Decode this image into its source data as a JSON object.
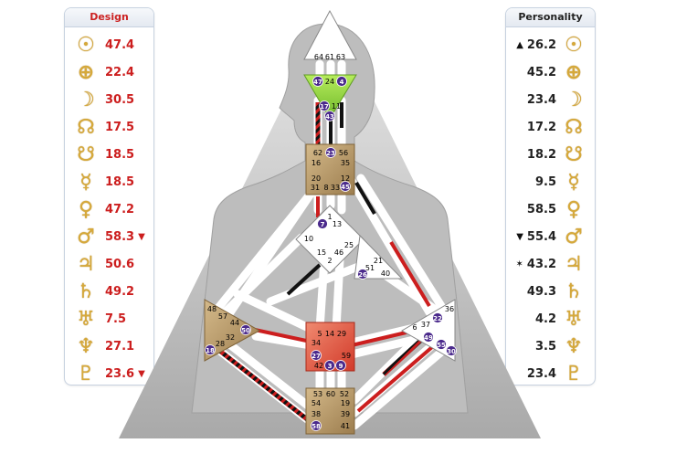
{
  "design": {
    "title": "Design",
    "rows": [
      {
        "planet": "sun-icon",
        "glyph": "☉",
        "value": "47.4",
        "marker": ""
      },
      {
        "planet": "earth-icon",
        "glyph": "⊕",
        "value": "22.4",
        "marker": ""
      },
      {
        "planet": "moon-icon",
        "glyph": "☽",
        "value": "30.5",
        "marker": ""
      },
      {
        "planet": "north-node-icon",
        "glyph": "☊",
        "value": "17.5",
        "marker": ""
      },
      {
        "planet": "south-node-icon",
        "glyph": "☋",
        "value": "18.5",
        "marker": ""
      },
      {
        "planet": "mercury-icon",
        "glyph": "☿",
        "value": "18.5",
        "marker": ""
      },
      {
        "planet": "venus-icon",
        "glyph": "♀",
        "value": "47.2",
        "marker": ""
      },
      {
        "planet": "mars-icon",
        "glyph": "♂",
        "value": "58.3",
        "marker": "▼"
      },
      {
        "planet": "jupiter-icon",
        "glyph": "♃",
        "value": "50.6",
        "marker": ""
      },
      {
        "planet": "saturn-icon",
        "glyph": "♄",
        "value": "49.2",
        "marker": ""
      },
      {
        "planet": "uranus-icon",
        "glyph": "♅",
        "value": "7.5",
        "marker": ""
      },
      {
        "planet": "neptune-icon",
        "glyph": "♆",
        "value": "27.1",
        "marker": ""
      },
      {
        "planet": "pluto-icon",
        "glyph": "♇",
        "value": "23.6",
        "marker": "▼"
      }
    ]
  },
  "personality": {
    "title": "Personality",
    "rows": [
      {
        "planet": "sun-icon",
        "glyph": "☉",
        "value": "26.2",
        "marker": "▲"
      },
      {
        "planet": "earth-icon",
        "glyph": "⊕",
        "value": "45.2",
        "marker": ""
      },
      {
        "planet": "moon-icon",
        "glyph": "☽",
        "value": "23.4",
        "marker": ""
      },
      {
        "planet": "north-node-icon",
        "glyph": "☊",
        "value": "17.2",
        "marker": ""
      },
      {
        "planet": "south-node-icon",
        "glyph": "☋",
        "value": "18.2",
        "marker": ""
      },
      {
        "planet": "mercury-icon",
        "glyph": "☿",
        "value": "9.5",
        "marker": ""
      },
      {
        "planet": "venus-icon",
        "glyph": "♀",
        "value": "58.5",
        "marker": ""
      },
      {
        "planet": "mars-icon",
        "glyph": "♂",
        "value": "55.4",
        "marker": "▼"
      },
      {
        "planet": "jupiter-icon",
        "glyph": "♃",
        "value": "43.2",
        "marker": "✶"
      },
      {
        "planet": "saturn-icon",
        "glyph": "♄",
        "value": "49.3",
        "marker": ""
      },
      {
        "planet": "uranus-icon",
        "glyph": "♅",
        "value": "4.2",
        "marker": ""
      },
      {
        "planet": "neptune-icon",
        "glyph": "♆",
        "value": "3.5",
        "marker": ""
      },
      {
        "planet": "pluto-icon",
        "glyph": "♇",
        "value": "23.4",
        "marker": ""
      }
    ]
  },
  "colors": {
    "design_red": "#cc1e1e",
    "planet_gold": "#d6a93a",
    "defined_tan": "#b89a6a",
    "ajna_green": "#8fd13a",
    "sacral_red": "#e0533c",
    "highlight_purple": "#4b2a8c"
  },
  "bodygraph": {
    "gates": [
      {
        "id": "g64",
        "text": "64",
        "hl": false
      },
      {
        "id": "g61",
        "text": "61",
        "hl": false
      },
      {
        "id": "g63",
        "text": "63",
        "hl": false
      },
      {
        "id": "g47",
        "text": "47",
        "hl": true
      },
      {
        "id": "g24",
        "text": "24",
        "hl": false
      },
      {
        "id": "g4",
        "text": "4",
        "hl": true
      },
      {
        "id": "g17",
        "text": "17",
        "hl": true
      },
      {
        "id": "g11",
        "text": "11",
        "hl": false
      },
      {
        "id": "g43",
        "text": "43",
        "hl": true
      },
      {
        "id": "g62",
        "text": "62",
        "hl": false
      },
      {
        "id": "g23",
        "text": "23",
        "hl": true
      },
      {
        "id": "g56",
        "text": "56",
        "hl": false
      },
      {
        "id": "g16",
        "text": "16",
        "hl": false
      },
      {
        "id": "g35",
        "text": "35",
        "hl": false
      },
      {
        "id": "g20",
        "text": "20",
        "hl": false
      },
      {
        "id": "g12",
        "text": "12",
        "hl": false
      },
      {
        "id": "g31",
        "text": "31",
        "hl": false
      },
      {
        "id": "g8",
        "text": "8",
        "hl": false
      },
      {
        "id": "g33",
        "text": "33",
        "hl": false
      },
      {
        "id": "g45",
        "text": "45",
        "hl": true
      },
      {
        "id": "g1",
        "text": "1",
        "hl": false
      },
      {
        "id": "g7",
        "text": "7",
        "hl": true
      },
      {
        "id": "g13",
        "text": "13",
        "hl": false
      },
      {
        "id": "g10",
        "text": "10",
        "hl": false
      },
      {
        "id": "g25",
        "text": "25",
        "hl": false
      },
      {
        "id": "g15",
        "text": "15",
        "hl": false
      },
      {
        "id": "g46",
        "text": "46",
        "hl": false
      },
      {
        "id": "g2",
        "text": "2",
        "hl": false
      },
      {
        "id": "g21",
        "text": "21",
        "hl": false
      },
      {
        "id": "g51",
        "text": "51",
        "hl": false
      },
      {
        "id": "g26",
        "text": "26",
        "hl": true
      },
      {
        "id": "g40",
        "text": "40",
        "hl": false
      },
      {
        "id": "g48",
        "text": "48",
        "hl": false
      },
      {
        "id": "g57",
        "text": "57",
        "hl": false
      },
      {
        "id": "g44",
        "text": "44",
        "hl": false
      },
      {
        "id": "g50",
        "text": "50",
        "hl": true
      },
      {
        "id": "g32",
        "text": "32",
        "hl": false
      },
      {
        "id": "g28",
        "text": "28",
        "hl": false
      },
      {
        "id": "g18",
        "text": "18",
        "hl": true
      },
      {
        "id": "g5",
        "text": "5",
        "hl": false
      },
      {
        "id": "g14",
        "text": "14",
        "hl": false
      },
      {
        "id": "g29",
        "text": "29",
        "hl": false
      },
      {
        "id": "g34",
        "text": "34",
        "hl": false
      },
      {
        "id": "g27",
        "text": "27",
        "hl": true
      },
      {
        "id": "g59",
        "text": "59",
        "hl": false
      },
      {
        "id": "g42",
        "text": "42",
        "hl": false
      },
      {
        "id": "g3",
        "text": "3",
        "hl": true
      },
      {
        "id": "g9",
        "text": "9",
        "hl": true
      },
      {
        "id": "g36",
        "text": "36",
        "hl": false
      },
      {
        "id": "g22",
        "text": "22",
        "hl": true
      },
      {
        "id": "g6",
        "text": "6",
        "hl": false
      },
      {
        "id": "g37",
        "text": "37",
        "hl": false
      },
      {
        "id": "g49",
        "text": "49",
        "hl": true
      },
      {
        "id": "g55",
        "text": "55",
        "hl": true
      },
      {
        "id": "g30",
        "text": "30",
        "hl": true
      },
      {
        "id": "g53",
        "text": "53",
        "hl": false
      },
      {
        "id": "g60",
        "text": "60",
        "hl": false
      },
      {
        "id": "g52",
        "text": "52",
        "hl": false
      },
      {
        "id": "g54",
        "text": "54",
        "hl": false
      },
      {
        "id": "g19",
        "text": "19",
        "hl": false
      },
      {
        "id": "g38",
        "text": "38",
        "hl": false
      },
      {
        "id": "g39",
        "text": "39",
        "hl": false
      },
      {
        "id": "g58",
        "text": "58",
        "hl": true
      },
      {
        "id": "g41",
        "text": "41",
        "hl": false
      }
    ]
  }
}
